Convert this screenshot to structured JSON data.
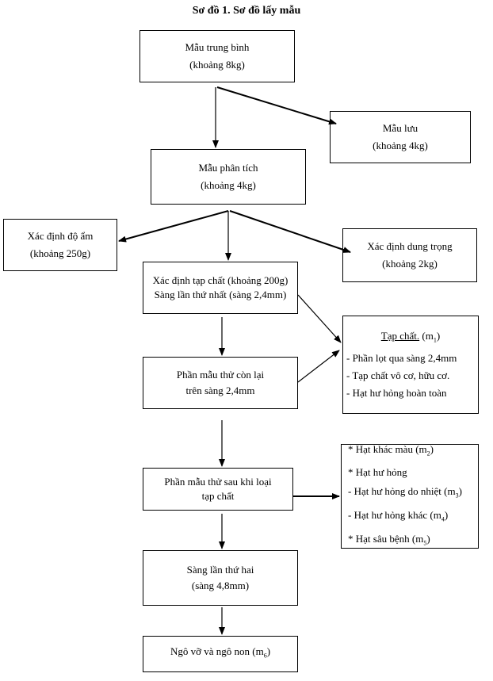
{
  "title": "Sơ đồ 1. Sơ đồ lấy mẫu",
  "boxes": {
    "mau_trung_binh": {
      "line1": "Mẫu trung bình",
      "line2": "(khoảng 8kg)"
    },
    "mau_luu": {
      "line1": "Mẫu lưu",
      "line2": "(khoảng 4kg)"
    },
    "mau_phan_tich": {
      "line1": "Mẫu phân tích",
      "line2": "(khoảng 4kg)"
    },
    "do_am": {
      "line1": "Xác định độ ẩm",
      "line2": "(khoảng 250g)"
    },
    "dung_trong": {
      "line1": "Xác định dung trọng",
      "line2": "(khoảng 2kg)"
    },
    "tap_chat_xd": {
      "line1": "Xác định tạp chất (khoảng 200g)",
      "line2": "Sàng lần thứ nhất (sàng 2,4mm)"
    },
    "tap_chat": {
      "heading": "Tạp chất.",
      "heading_var": "(m",
      "heading_sub": "1",
      "heading_close": ")",
      "items": [
        "- Phần lọt qua sàng 2,4mm",
        "- Tạp chất vô cơ, hữu cơ.",
        "- Hạt hư hỏng hoàn toàn"
      ]
    },
    "phan_mau_con_lai": {
      "line1": "Phần mẫu thử còn lại",
      "line2": "trên sàng 2,4mm"
    },
    "phan_mau_sau": {
      "line1": "Phần mẫu thử sau khi loại",
      "line2": "tạp chất"
    },
    "hat_hu": {
      "items": [
        {
          "text": "* Hạt khác màu (m",
          "sub": "2",
          "close": ")"
        },
        {
          "text": "* Hạt hư hỏng",
          "sub": "",
          "close": ""
        },
        {
          "text": " - Hạt hư hỏng do nhiệt (m",
          "sub": "3",
          "close": ")"
        },
        {
          "text": " - Hạt hư hỏng khác (m",
          "sub": "4",
          "close": ")"
        },
        {
          "text": "* Hạt sâu bệnh (m",
          "sub": "5",
          "close": ")"
        }
      ]
    },
    "sang_lan_hai": {
      "line1": "Sàng lần thứ hai",
      "line2": "(sàng 4,8mm)"
    },
    "ngo_vo": {
      "line1": "Ngô vỡ và ngô non (m",
      "sub": "6",
      "close": ")"
    }
  }
}
